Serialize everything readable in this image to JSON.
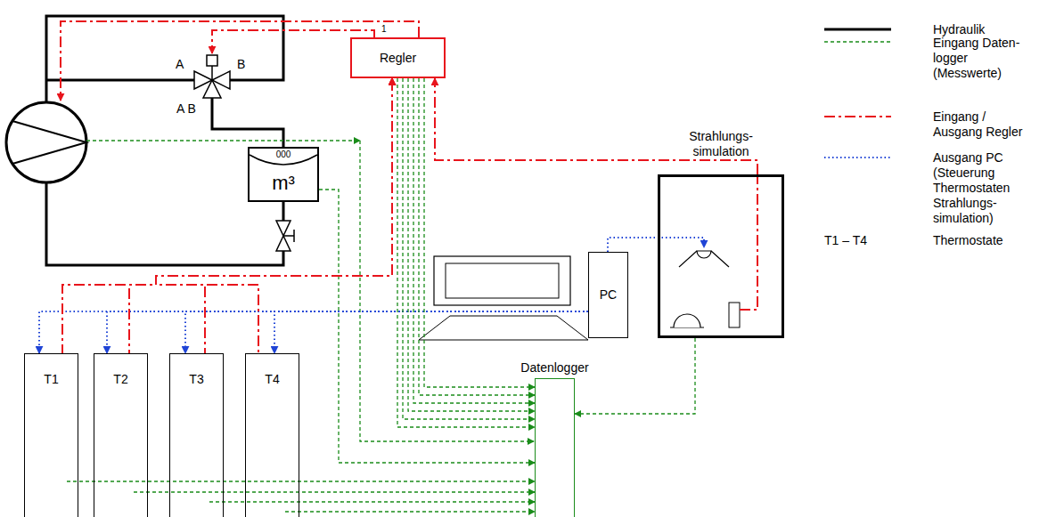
{
  "diagram": {
    "nodes": [
      {
        "text": [
          "Regler"
        ]
      },
      {
        "text": [
          "000",
          "m³"
        ]
      },
      {
        "text": [
          "PC"
        ]
      },
      {
        "text": [
          "Strahlungs- simulation"
        ]
      },
      {
        "text": [
          "T1"
        ]
      },
      {
        "text": [
          "T2"
        ]
      },
      {
        "text": [
          "T3"
        ]
      },
      {
        "text": [
          "T4"
        ]
      },
      {
        "text": [
          "Datenlogger"
        ]
      }
    ],
    "edges": [
      {
        "from": 3,
        "to": 0,
        "arrow": "to"
      },
      {
        "from": 1,
        "to": 8,
        "arrow": "to"
      },
      {
        "from": 3,
        "to": 8,
        "arrow": "to"
      },
      {
        "from": 2,
        "to": 3,
        "arrow": "to"
      },
      {
        "from": 2,
        "to": 4,
        "arrow": "to"
      },
      {
        "from": 2,
        "to": 5,
        "arrow": "to"
      },
      {
        "from": 2,
        "to": 6,
        "arrow": "to"
      },
      {
        "from": 2,
        "to": 7,
        "arrow": "to"
      },
      {
        "from": 4,
        "to": 0,
        "arrow": "to"
      },
      {
        "from": 5,
        "to": 0,
        "arrow": "to"
      },
      {
        "from": 6,
        "to": 0,
        "arrow": "to"
      },
      {
        "from": 7,
        "to": 0,
        "arrow": "to"
      },
      {
        "from": 0,
        "to": 8,
        "arrow": "to"
      },
      {
        "from": 0,
        "to": 8,
        "arrow": "to"
      },
      {
        "from": 0,
        "to": 8,
        "arrow": "to"
      },
      {
        "from": 0,
        "to": 8,
        "arrow": "to"
      },
      {
        "from": 0,
        "to": 8,
        "arrow": "to"
      },
      {
        "from": 0,
        "to": 8,
        "arrow": "to"
      },
      {
        "from": 4,
        "to": 8,
        "arrow": "to"
      },
      {
        "from": 5,
        "to": 8,
        "arrow": "to"
      },
      {
        "from": 6,
        "to": 8,
        "arrow": "to"
      },
      {
        "from": 7,
        "to": 8,
        "arrow": "to"
      }
    ],
    "labels": [
      "A",
      "B",
      "A B",
      "1",
      "T1 – T4"
    ],
    "legend": [
      {
        "text": "Hydraulik"
      },
      {
        "text": "Eingang Daten- logger (Messwerte)"
      },
      {
        "text": "Eingang / Ausgang Regler"
      },
      {
        "text": "Ausgang PC (Steuerung Thermostaten Strahlungs- simulation)"
      },
      {
        "text": "Thermostate"
      }
    ]
  }
}
